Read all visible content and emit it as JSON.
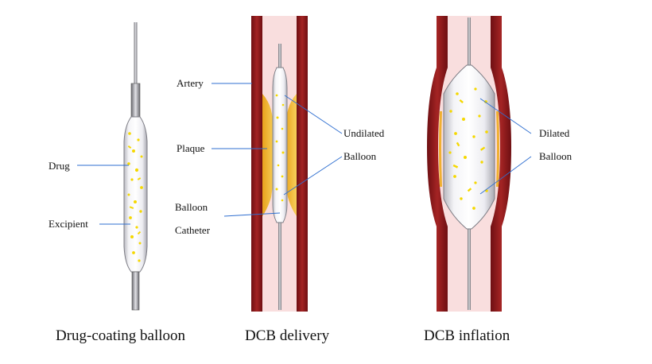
{
  "panels": {
    "dcb": {
      "caption": "Drug-coating balloon",
      "labels": {
        "drug": "Drug",
        "excipient": "Excipient"
      }
    },
    "delivery": {
      "caption": "DCB delivery",
      "labels": {
        "artery": "Artery",
        "plaque": "Plaque",
        "balloon_catheter_1": "Balloon",
        "balloon_catheter_2": "Catheter",
        "undilated": "Undilated",
        "balloon": "Balloon"
      }
    },
    "inflation": {
      "caption": "DCB inflation",
      "labels": {
        "dilated": "Dilated",
        "balloon": "Balloon"
      }
    }
  },
  "colors": {
    "artery_wall": "#8b1a1a",
    "lumen": "#f9dede",
    "plaque": "#f0b030",
    "drug_particle": "#f5d800",
    "balloon_fill": "#ececf0",
    "leader_line": "#2f6fd0"
  }
}
